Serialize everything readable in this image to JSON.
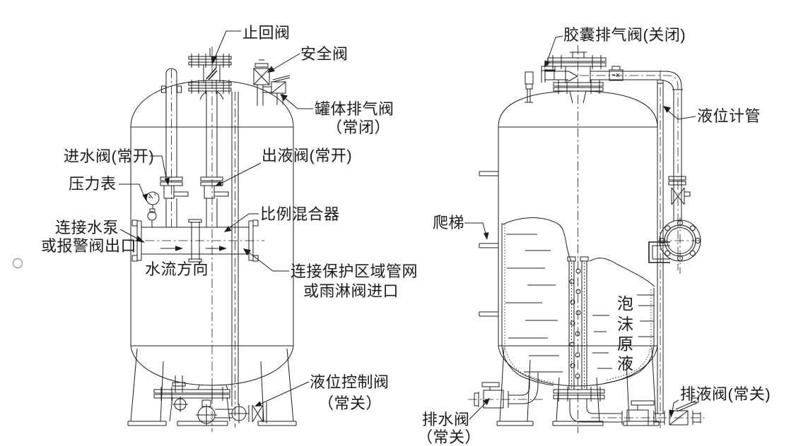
{
  "page": {
    "background": "#ffffff",
    "line_color": "#1c1c1c",
    "bullet_marker_color": "#9a9a9a"
  },
  "left_unit": {
    "labels": {
      "check_valve": "止回阀",
      "safety_valve": "安全阀",
      "tank_vent_valve": {
        "line1": "罐体排气阀",
        "line2": "（常闭）"
      },
      "inlet_valve": "进水阀(常开)",
      "pressure_gauge": "压力表",
      "pump_connection": {
        "line1": "连接水泵",
        "line2": "或报警阀出口"
      },
      "flow_direction": "水流方向",
      "outlet_valve": "出液阀(常开)",
      "proportioner": "比例混合器",
      "network_connection": {
        "line1": "连接保护区域管网",
        "line2": "或雨淋阀进口"
      },
      "level_control_valve": {
        "line1": "液位控制阀",
        "line2": "（常关）"
      }
    }
  },
  "right_unit": {
    "labels": {
      "bladder_vent_valve": "胶囊排气阀(关闭)",
      "level_gauge_pipe": "液位计管",
      "ladder": "爬梯",
      "foam_concentrate_chars": [
        "泡",
        "沫",
        "原",
        "液"
      ],
      "drain_water_valve": {
        "line1": "排水阀",
        "line2": "（常关）"
      },
      "drain_liquid_valve": "排液阀(常关)"
    }
  }
}
